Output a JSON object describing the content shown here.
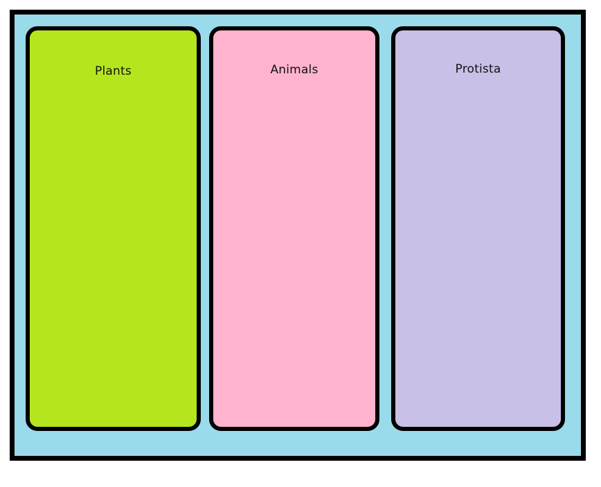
{
  "board": {
    "name": "classification-board",
    "background_color": "#9adbeb",
    "border_color": "#000000"
  },
  "panels": [
    {
      "id": "plants",
      "label": "Plants",
      "fill_color": "#b5e61d",
      "border_color": "#000000",
      "text_color": "#111111"
    },
    {
      "id": "animals",
      "label": "Animals",
      "fill_color": "#ffb3ce",
      "border_color": "#000000",
      "text_color": "#111111"
    },
    {
      "id": "protista",
      "label": "Protista",
      "fill_color": "#c9c0e8",
      "border_color": "#000000",
      "text_color": "#111111"
    }
  ]
}
